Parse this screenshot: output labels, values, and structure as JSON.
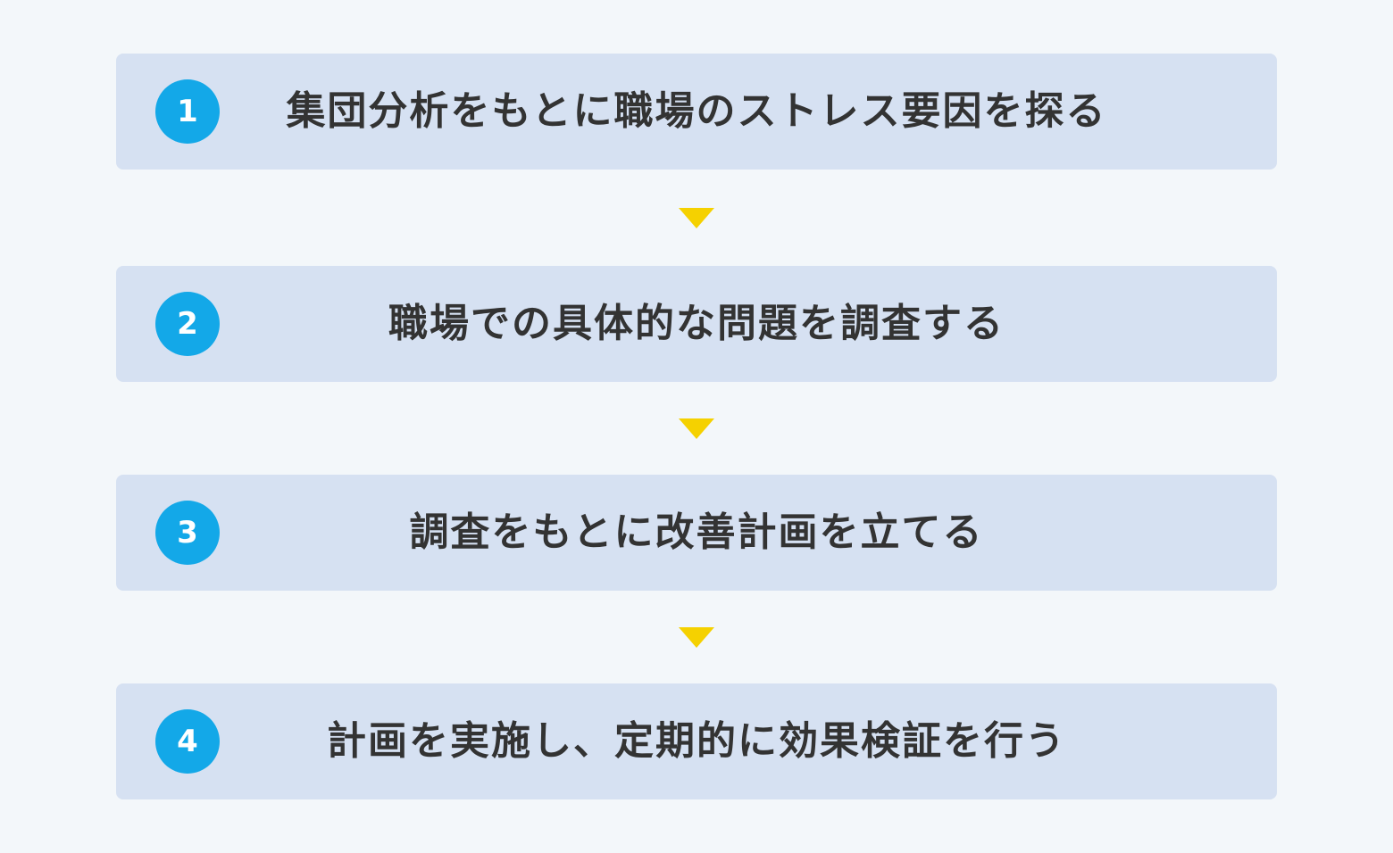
{
  "steps": [
    {
      "number": "1",
      "text": "集団分析をもとに職場のストレス要因を探る"
    },
    {
      "number": "2",
      "text": "職場での具体的な問題を調査する"
    },
    {
      "number": "3",
      "text": "調査をもとに改善計画を立てる"
    },
    {
      "number": "4",
      "text": "計画を実施し、定期的に効果検証を行う"
    }
  ],
  "colors": {
    "background": "#f3f7fa",
    "step_box": "#d6e1f2",
    "badge": "#13a8e8",
    "arrow": "#f5d100",
    "text": "#333333"
  },
  "icons": {
    "connector": "down-triangle-icon"
  }
}
